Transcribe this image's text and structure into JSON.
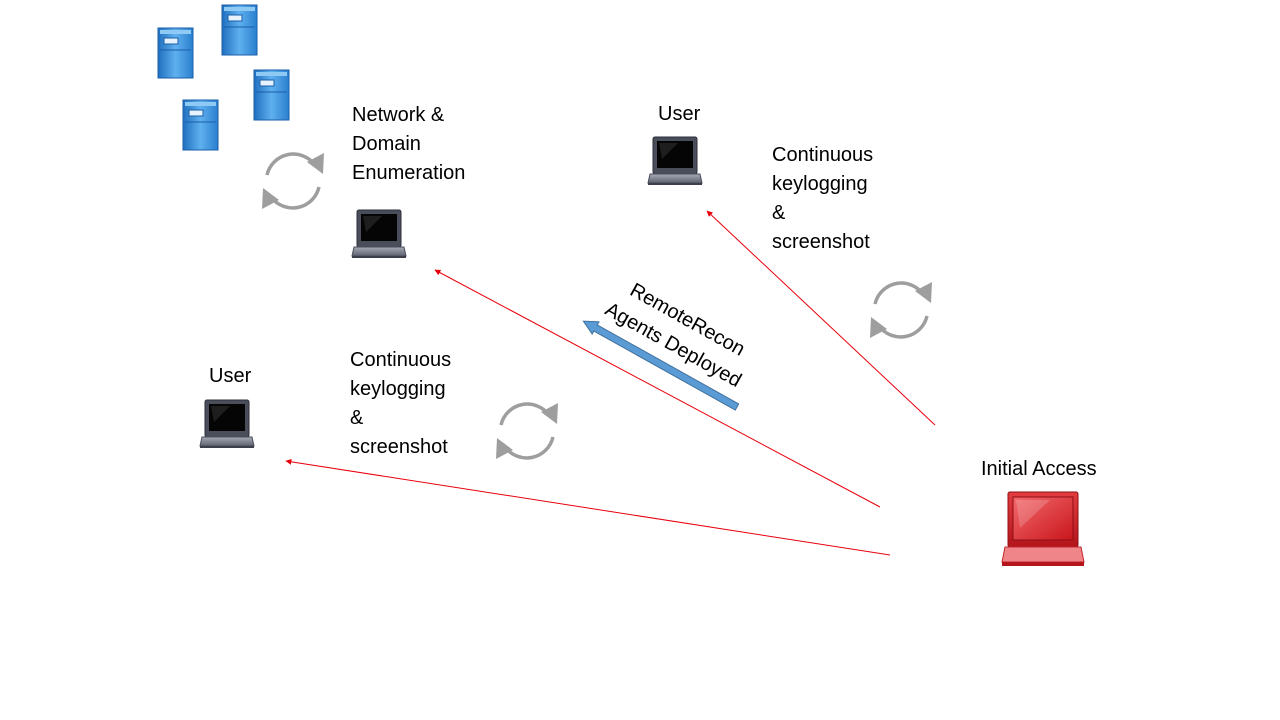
{
  "diagram": {
    "nodes": {
      "network_label": [
        "Network &",
        "Domain",
        "Enumeration"
      ],
      "user_top_label": "User",
      "user_left_label": "User",
      "initial_access_label": "Initial Access"
    },
    "annotations": {
      "keylog_top": [
        "Continuous",
        "keylogging",
        "&",
        "screenshot"
      ],
      "keylog_left": [
        "Continuous",
        "keylogging",
        "&",
        "screenshot"
      ],
      "deploy": [
        "RemoteRecon",
        "Agents Deployed"
      ]
    },
    "icons": [
      "server-icon",
      "laptop-icon",
      "refresh-cycle-icon",
      "arrow-icon"
    ],
    "colors": {
      "attack_line": "#e8000b",
      "deploy_arrow": "#5b9bd5",
      "deploy_arrow_border": "#41719c",
      "cycle_gray": "#9e9e9e",
      "server_blue": "#3f8fd6",
      "laptop_dark": "#4a4d5a",
      "initial_laptop_red": "#d11f25"
    }
  }
}
